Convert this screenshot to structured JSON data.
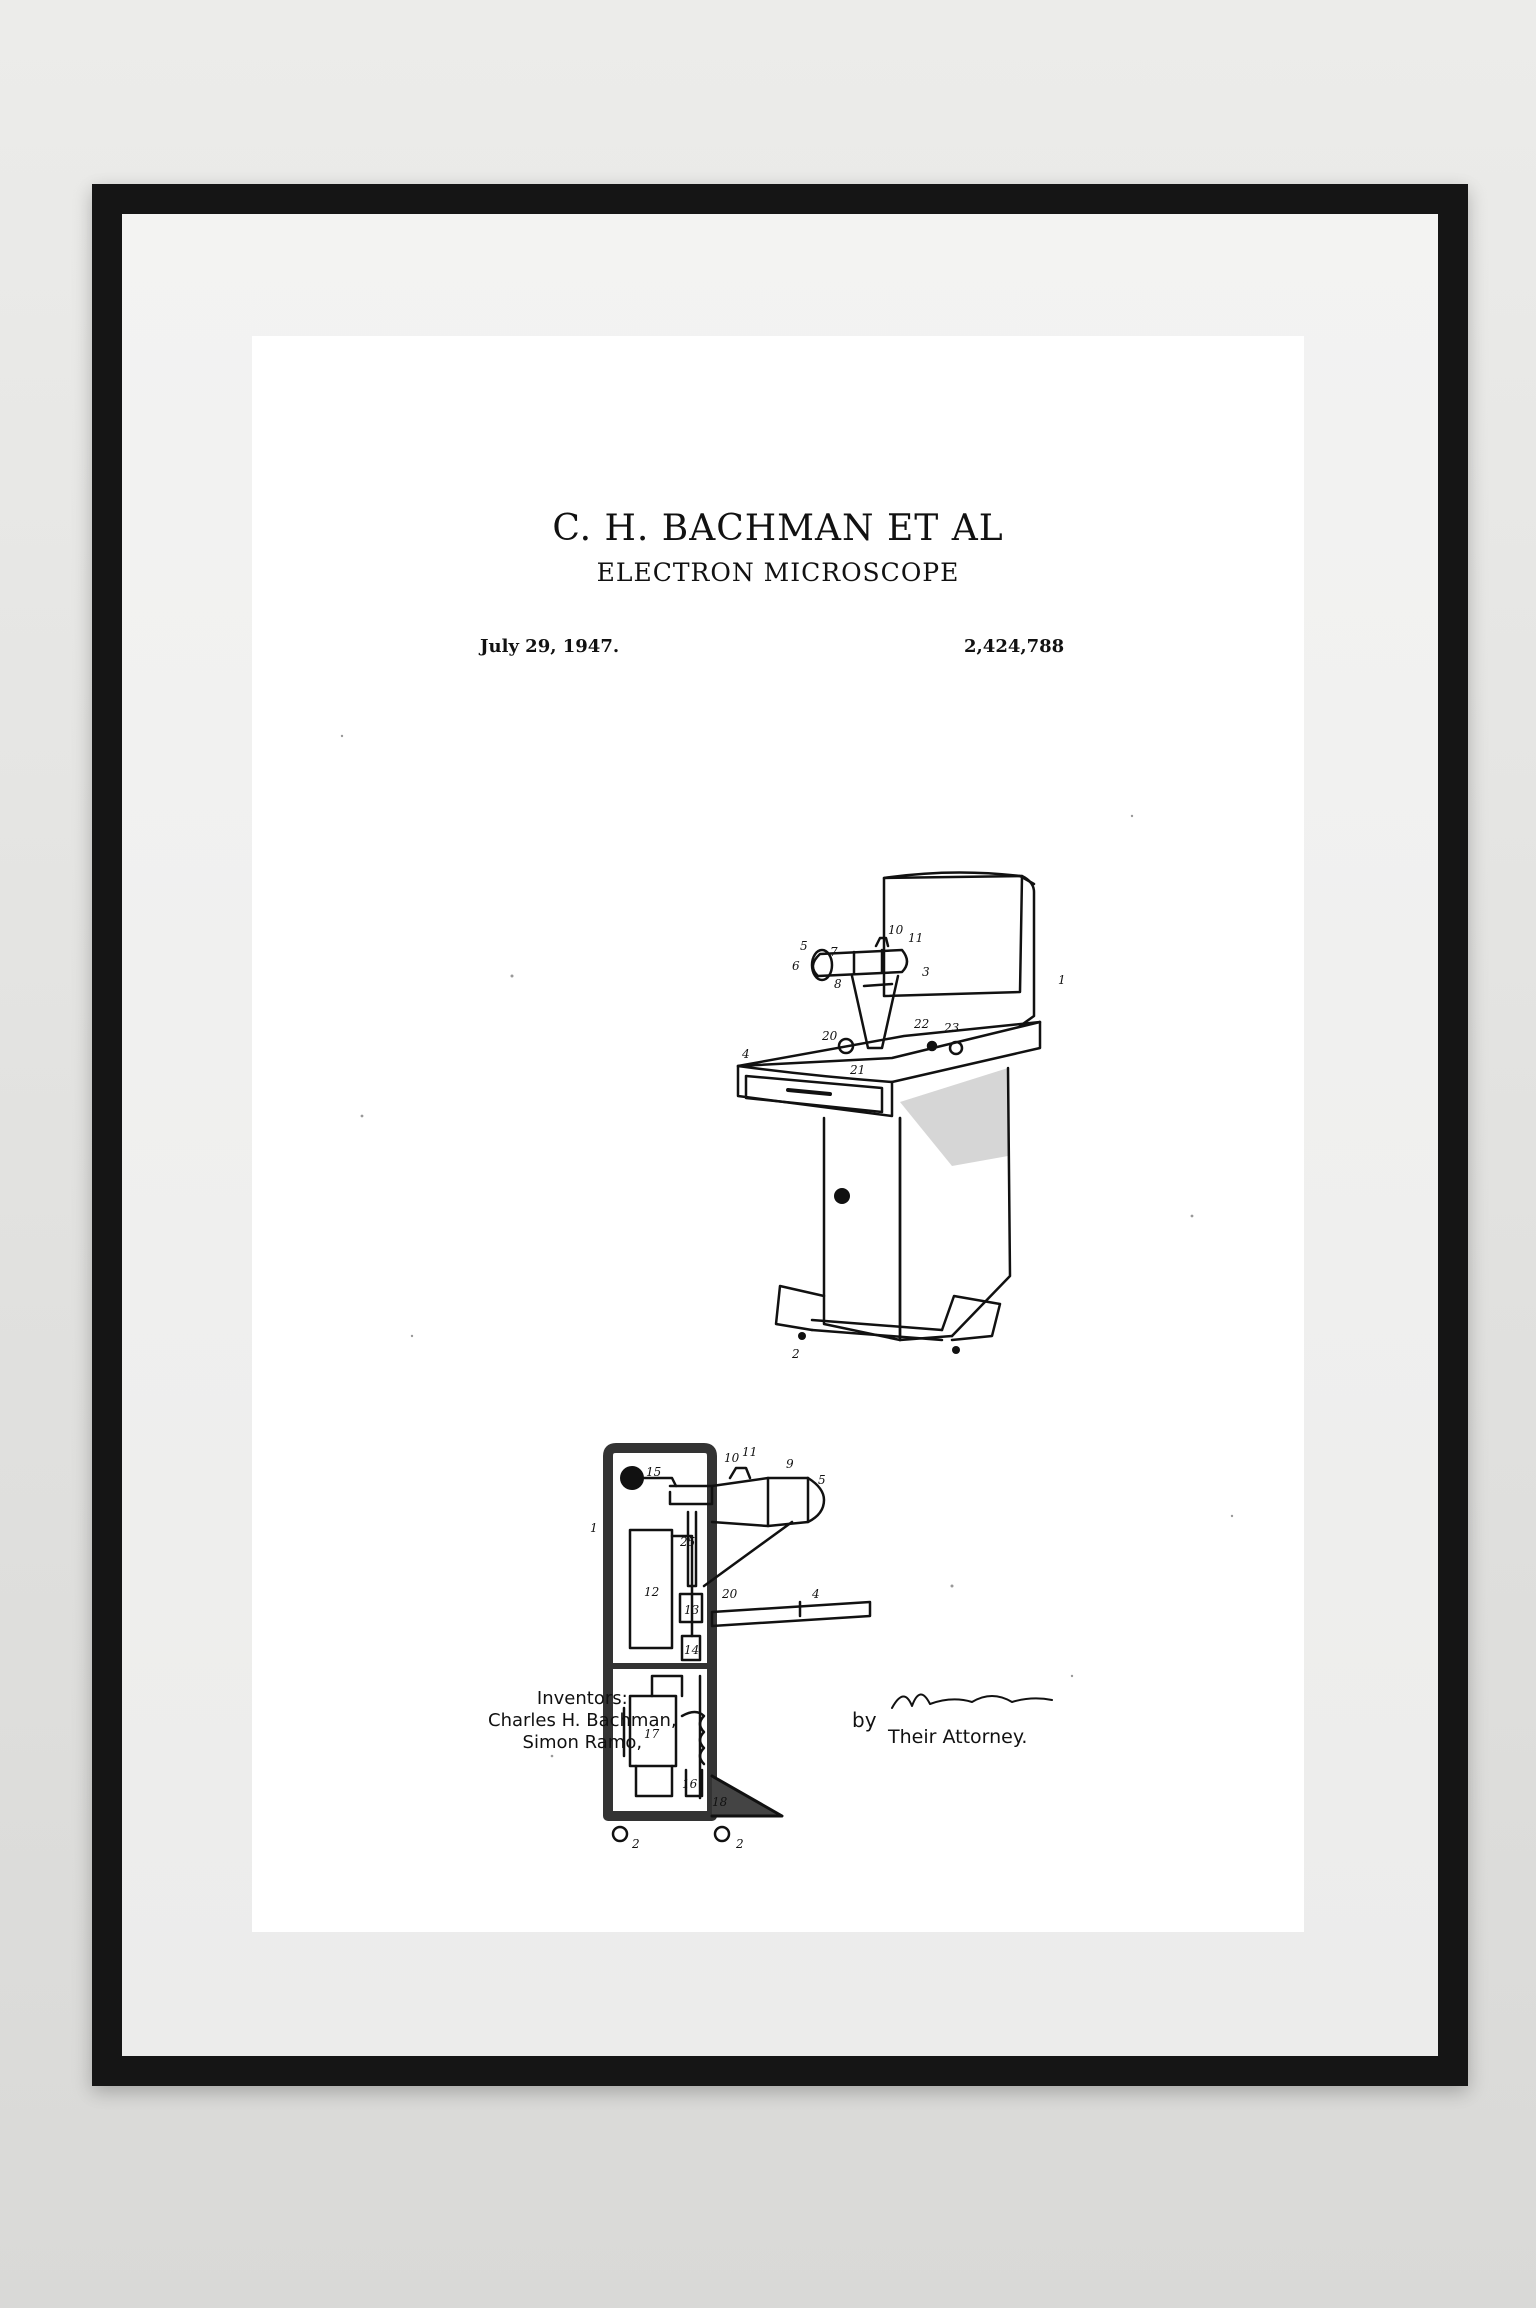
{
  "patent": {
    "title": "C. H. BACHMAN ET AL",
    "subtitle": "ELECTRON MICROSCOPE",
    "date": "July 29, 1947.",
    "number": "2,424,788",
    "inventors_label": "Inventors:",
    "inventor_1": "Charles H. Bachman,",
    "inventor_2": "Simon Ramo,",
    "by_label": "by",
    "attorney_label": "Their Attorney."
  },
  "figure_labels": {
    "top": [
      "10",
      "11",
      "5",
      "7",
      "6",
      "3",
      "8",
      "1",
      "22",
      "23",
      "20",
      "4",
      "21",
      "2"
    ],
    "bottom": [
      "10",
      "11",
      "9",
      "5",
      "15",
      "1",
      "12",
      "25",
      "13",
      "20",
      "4",
      "14",
      "17",
      "16",
      "18",
      "2",
      "2"
    ]
  },
  "colors": {
    "frame": "#151515",
    "mat": "#efefee",
    "paper": "#ffffff",
    "wall": "#e4e4e2"
  }
}
